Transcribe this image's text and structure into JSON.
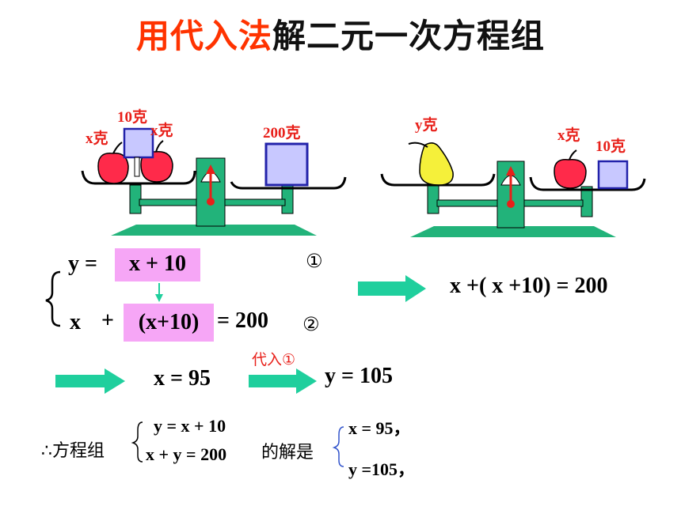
{
  "title": {
    "highlight": "用代入法",
    "rest": "解二元一次方程组"
  },
  "scale_left": {
    "label_x_left": "x克",
    "label_10g": "10克",
    "label_x_right": "x克",
    "label_200g": "200克"
  },
  "scale_right": {
    "label_y": "y克",
    "label_x": "x克",
    "label_10g": "10克"
  },
  "system": {
    "eq1_lhs": "y =",
    "eq1_rhs": "x + 10",
    "eq1_num": "①",
    "eq2_x": "x",
    "eq2_plus": "+",
    "eq2_sub": "(x+10)",
    "eq2_rhs": "= 200",
    "eq2_num": "②"
  },
  "result_eq": "x +( x +10) = 200",
  "step": {
    "x_value": "x = 95",
    "substitute_label": "代入①",
    "y_value": "y = 105"
  },
  "conclusion": {
    "therefore": "∴方程组",
    "sys_eq1": "y  = x + 10",
    "sys_eq2": "x + y = 200",
    "middle": "的解是",
    "sol_x": "x = 95，",
    "sol_y": "y =105，"
  },
  "colors": {
    "title_accent": "#ff3300",
    "arrow": "#1fcf9d",
    "highlight_box": "#f6a6f6",
    "scale_green": "#22b37a",
    "weight_fill": "#c8c8ff",
    "weight_border": "#2222aa",
    "apple": "#ff2a4a",
    "pear": "#f5f03a"
  }
}
